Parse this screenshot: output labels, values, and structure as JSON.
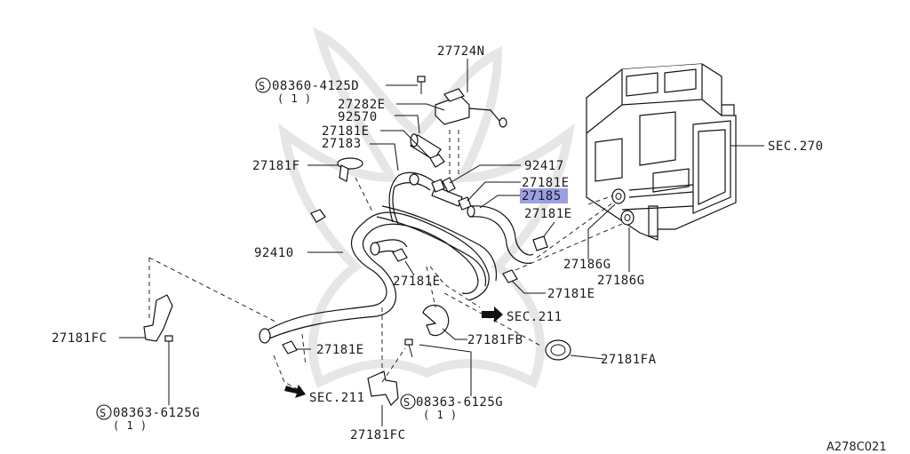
{
  "diagram": {
    "labels": {
      "p27724N": "27724N",
      "s08360": "08360-4125D",
      "s08360_qty": "( 1 )",
      "p27282E": "27282E",
      "p92570": "92570",
      "p27181E_a": "27181E",
      "p27183": "27183",
      "p27181F": "27181F",
      "p92417": "92417",
      "p27181E_b": "27181E",
      "p27185": "27185",
      "p27181E_c": "27181E",
      "sec270": "SEC.270",
      "p92410": "92410",
      "p27186G_a": "27186G",
      "p27186G_b": "27186G",
      "p27181E_d": "27181E",
      "p27181E_e": "27181E",
      "sec211_a": "SEC.211",
      "p27181FC_a": "27181FC",
      "p27181E_f": "27181E",
      "p27181FB": "27181FB",
      "p27181FA": "27181FA",
      "s08363_a": "08363-6125G",
      "s08363_a_qty": "( 1 )",
      "sec211_b": "SEC.211",
      "s08363_b": "08363-6125G",
      "s08363_b_qty": "( 1 )",
      "p27181FC_b": "27181FC"
    },
    "s_mark": "S",
    "reference_code": "A278C021",
    "highlight_color": "#8a8fe0"
  }
}
